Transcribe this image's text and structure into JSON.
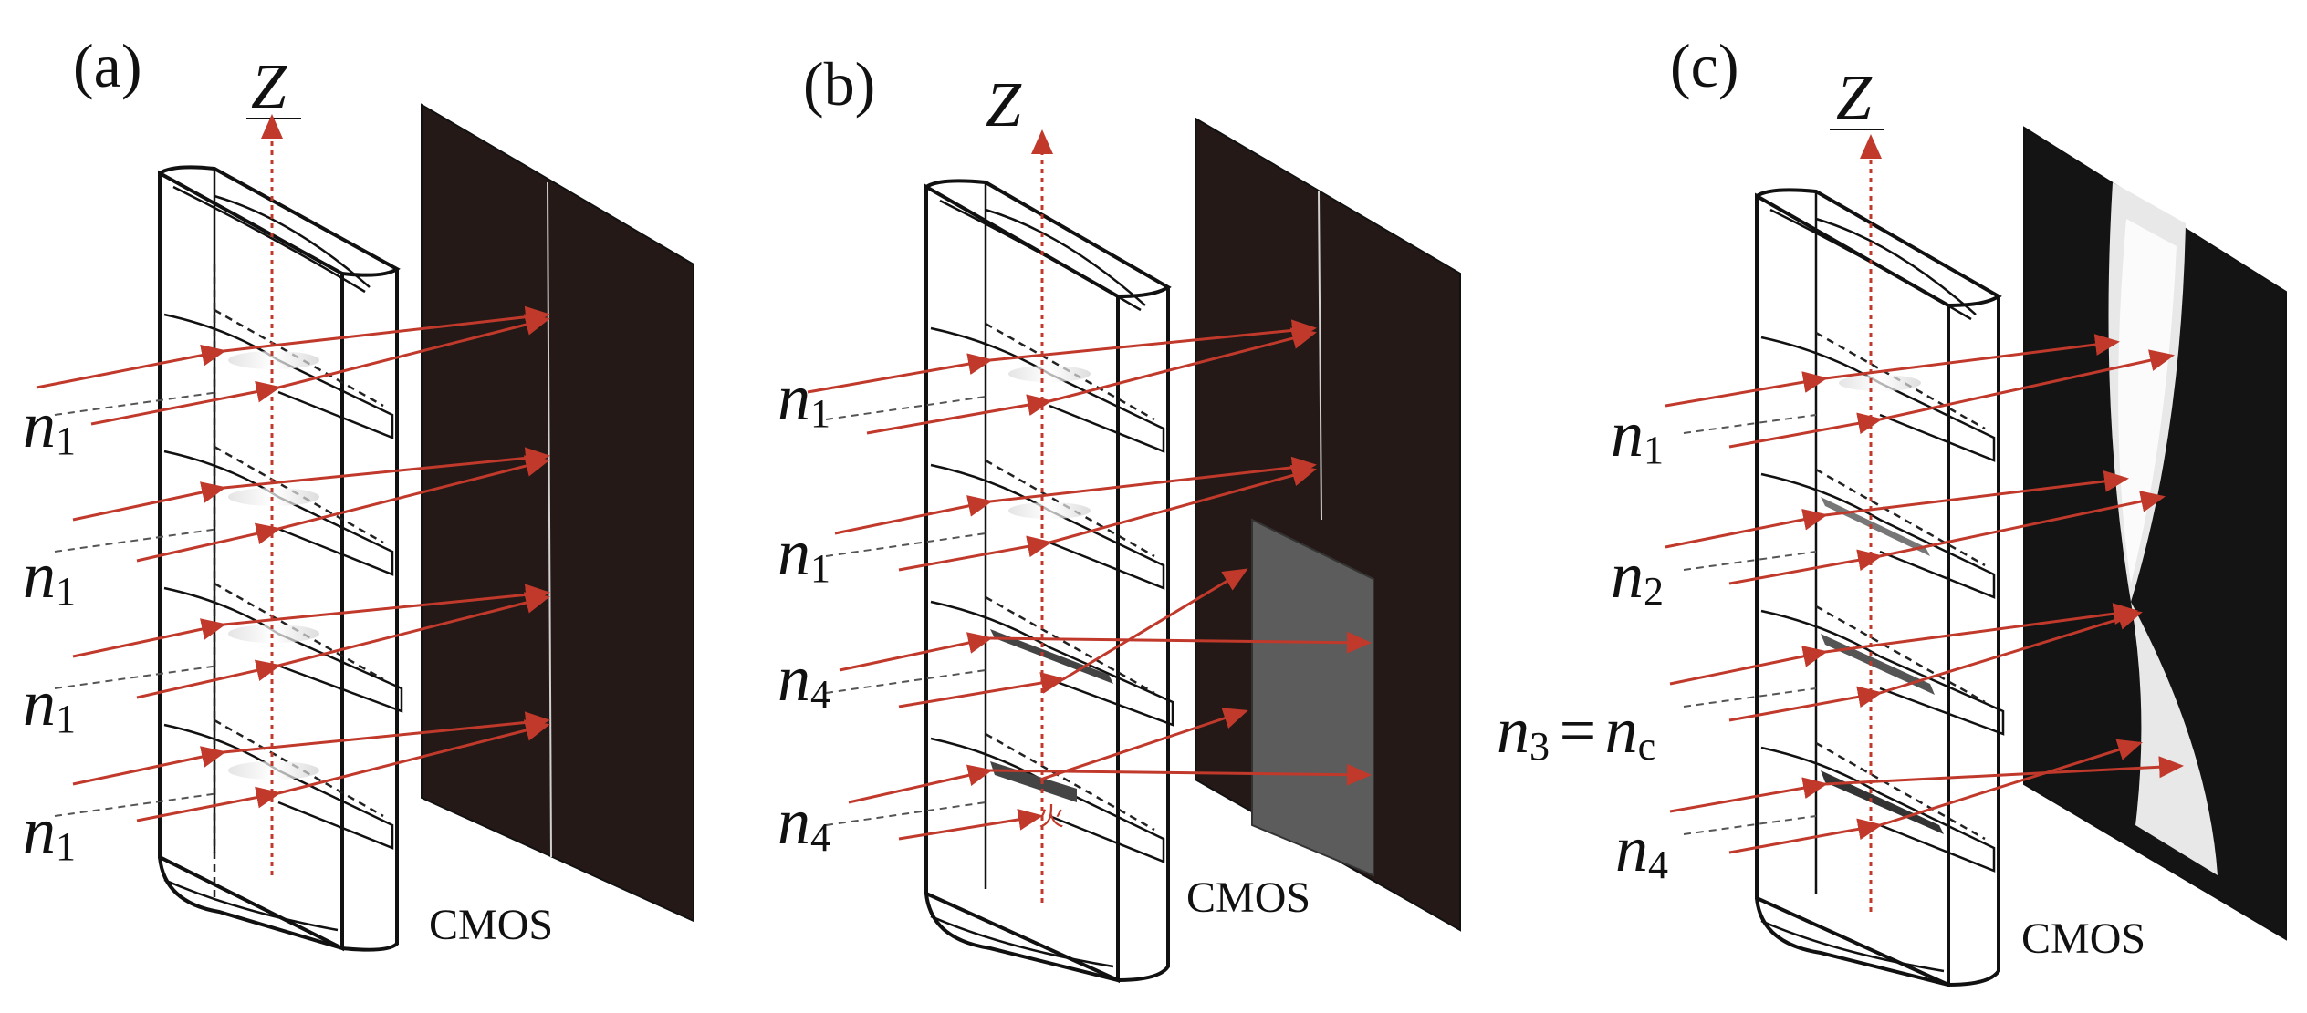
{
  "panels": [
    {
      "id": "a",
      "label": "(a)",
      "axis_label": "Z",
      "screen_label": "CMOS",
      "screen_style": "uniform-dark",
      "layers": [
        {
          "n": "n",
          "sub": "1"
        },
        {
          "n": "n",
          "sub": "1"
        },
        {
          "n": "n",
          "sub": "1"
        },
        {
          "n": "n",
          "sub": "1"
        }
      ]
    },
    {
      "id": "b",
      "label": "(b)",
      "axis_label": "Z",
      "screen_label": "CMOS",
      "screen_style": "dark-with-gray-patch",
      "layers": [
        {
          "n": "n",
          "sub": "1"
        },
        {
          "n": "n",
          "sub": "1"
        },
        {
          "n": "n",
          "sub": "4"
        },
        {
          "n": "n",
          "sub": "4"
        }
      ],
      "marker_glyph": "火"
    },
    {
      "id": "c",
      "label": "(c)",
      "axis_label": "Z",
      "screen_label": "CMOS",
      "screen_style": "hourglass-bright",
      "layers": [
        {
          "n": "n",
          "sub": "1"
        },
        {
          "n": "n",
          "sub": "2"
        },
        {
          "n": "n",
          "sub": "3",
          "eq": "=",
          "n2": "n",
          "sub2": "c"
        },
        {
          "n": "n",
          "sub": "4"
        }
      ]
    }
  ],
  "colors": {
    "ray": "#c0392b",
    "screen_dark": "#231a17",
    "screen_gray": "#5c5c5c",
    "outline": "#111111"
  }
}
